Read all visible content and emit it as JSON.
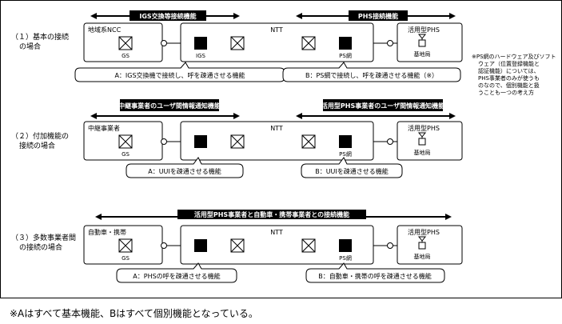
{
  "rows": [
    {
      "label1": "（１）基本の接続",
      "label2": "の場合",
      "banners": [
        "IGS交換等接続機能",
        "PHS接続機能"
      ],
      "left_box": "地域系NCC",
      "ntt": "NTT",
      "ntt_left_sw": "IGS",
      "ntt_right_sw": "PS網",
      "left_node": "GS",
      "right_box": "活用型PHS",
      "right_node": "基地局",
      "callout_a": "A：IGS交換機で接続し、呼を疎通させる機能",
      "callout_b": "B：PS網で接続し、呼を疎通させる機能（※）"
    },
    {
      "label1": "（２）付加機能の",
      "label2": "接続の場合",
      "banners": [
        "中継事業者のユーザ間情報通知機能",
        "活用型PHS事業者のユーザ間情報通知機能"
      ],
      "left_box": "中継事業者",
      "ntt": "NTT",
      "ntt_right_sw": "PS網",
      "left_node": "GS",
      "right_box": "活用型PHS",
      "right_node": "基地局",
      "callout_a": "A：UUIを疎通させる機能",
      "callout_b": "B：UUIを疎通させる機能"
    },
    {
      "label1": "（３）多数事業者間",
      "label2": "の接続の場合",
      "banners": [
        "活用型PHS事業者と自動車・携帯事業者との接続機能"
      ],
      "left_box": "自動車・携帯",
      "ntt": "NTT",
      "ntt_right_sw": "PS網",
      "left_node": "GS",
      "right_box": "活用型PHS",
      "right_node": "基地局",
      "callout_a": "A：PHSの呼を疎通させる機能",
      "callout_b": "B：自動車・携帯の呼を疎通させる機能"
    }
  ],
  "side_note": [
    "※PS網のハードウェア及びソフト",
    "ウェア（位置登録機能と",
    "認証機能）については、",
    "PHS事業者のみが使うも",
    "のなので、個別機能と扱",
    "うことも一つの考え方"
  ],
  "footer": "※Aはすべて基本機能、Bはすべて個別機能となっている。"
}
